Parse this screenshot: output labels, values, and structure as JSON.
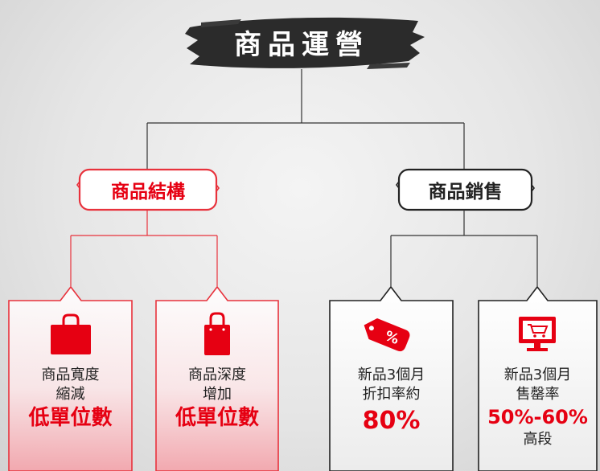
{
  "title": "商品運營",
  "branches": [
    {
      "label": "商品結構",
      "accent": "#e8323c"
    },
    {
      "label": "商品銷售",
      "accent": "#222222"
    }
  ],
  "cards": [
    {
      "icon": "shopping-bag-icon",
      "line1": "商品寬度",
      "line2": "縮減",
      "highlight": "低單位數",
      "line3": ""
    },
    {
      "icon": "shopping-bag-tall-icon",
      "line1": "商品深度",
      "line2": "增加",
      "highlight": "低單位數",
      "line3": ""
    },
    {
      "icon": "discount-tag-icon",
      "line1": "新品3個月",
      "line2": "折扣率約",
      "highlight": "80%",
      "line3": ""
    },
    {
      "icon": "cart-monitor-icon",
      "line1": "新品3個月",
      "line2": "售罄率",
      "highlight": "50%-60%",
      "line3": "高段"
    }
  ],
  "colors": {
    "red": "#e60012",
    "dark": "#222222"
  }
}
